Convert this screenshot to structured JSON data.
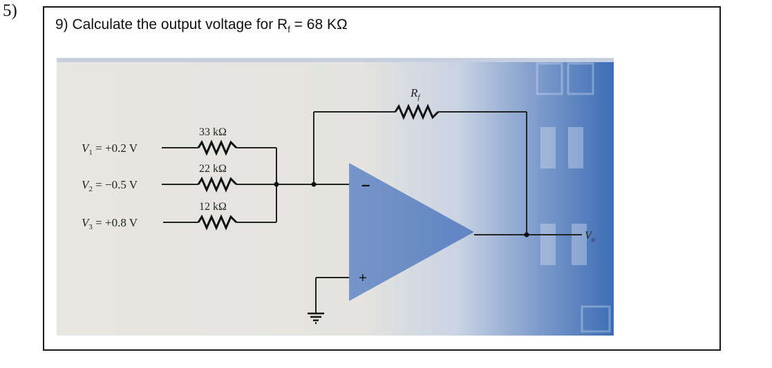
{
  "problem_number": "5)",
  "question": {
    "prefix": "9) Calculate the output voltage for R",
    "subscript": "f",
    "suffix": " = 68 KΩ"
  },
  "circuit": {
    "inputs": [
      {
        "symbol": "V",
        "sub": "1",
        "value": " = +0.2 V"
      },
      {
        "symbol": "V",
        "sub": "2",
        "value": " = −0.5 V"
      },
      {
        "symbol": "V",
        "sub": "3",
        "value": " = +0.8 V"
      }
    ],
    "resistors": [
      "33 kΩ",
      "22 kΩ",
      "12 kΩ"
    ],
    "feedback": {
      "symbol": "R",
      "sub": "f"
    },
    "opamp": {
      "inverting": "–",
      "noninverting": "+"
    },
    "output": {
      "symbol": "V",
      "sub": "o"
    }
  },
  "colors": {
    "opamp_fill": "#6f8fc6",
    "photo_background": "#e6e4de",
    "right_panel": "#3f6fb6"
  }
}
